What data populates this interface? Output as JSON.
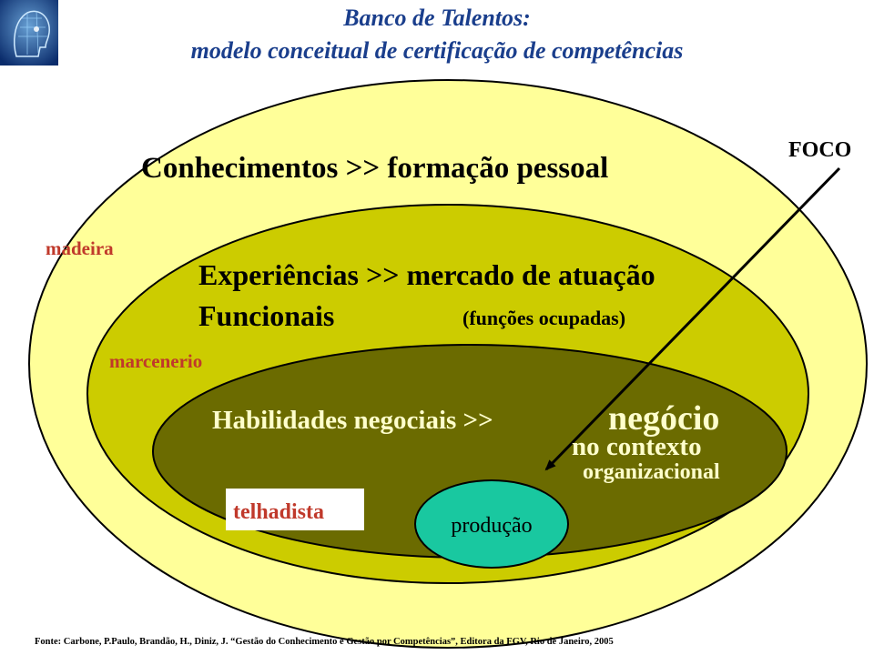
{
  "header": {
    "title_line1": "Banco de Talentos:",
    "title_line2": "modelo conceitual de certificação de competências",
    "logo_icon": "human-head-wireframe-icon"
  },
  "diagram": {
    "outer_label": "Conhecimentos >> formação pessoal",
    "outer_tag": "madeira",
    "middle_label_line1": "Experiências >> mercado de atuação",
    "middle_label_line2": "Funcionais",
    "middle_note": "(funções ocupadas)",
    "middle_tag": "marcenerio",
    "inner_label_part1": "Habilidades negociais >>",
    "inner_label_part2": "negócio",
    "inner_label_line2": "no contexto",
    "inner_label_line3": "organizacional",
    "inner_tag": "telhadista",
    "core_label": "produção",
    "focus_label": "FOCO"
  },
  "footer": {
    "source": "Fonte: Carbone, P.Paulo, Brandão, H., Diniz, J. “Gestão do Conhecimento e Gestão por Competências”, Editora da FGV, Rio de Janeiro, 2005"
  },
  "colors": {
    "outer_fill": "#ffff99",
    "middle_fill": "#cccc00",
    "inner_fill": "#6b6b00",
    "core_fill": "#19c8a0",
    "title_color": "#1a3e8c",
    "tag_color": "#c0392b",
    "tag_box_fill": "#ffffff"
  }
}
